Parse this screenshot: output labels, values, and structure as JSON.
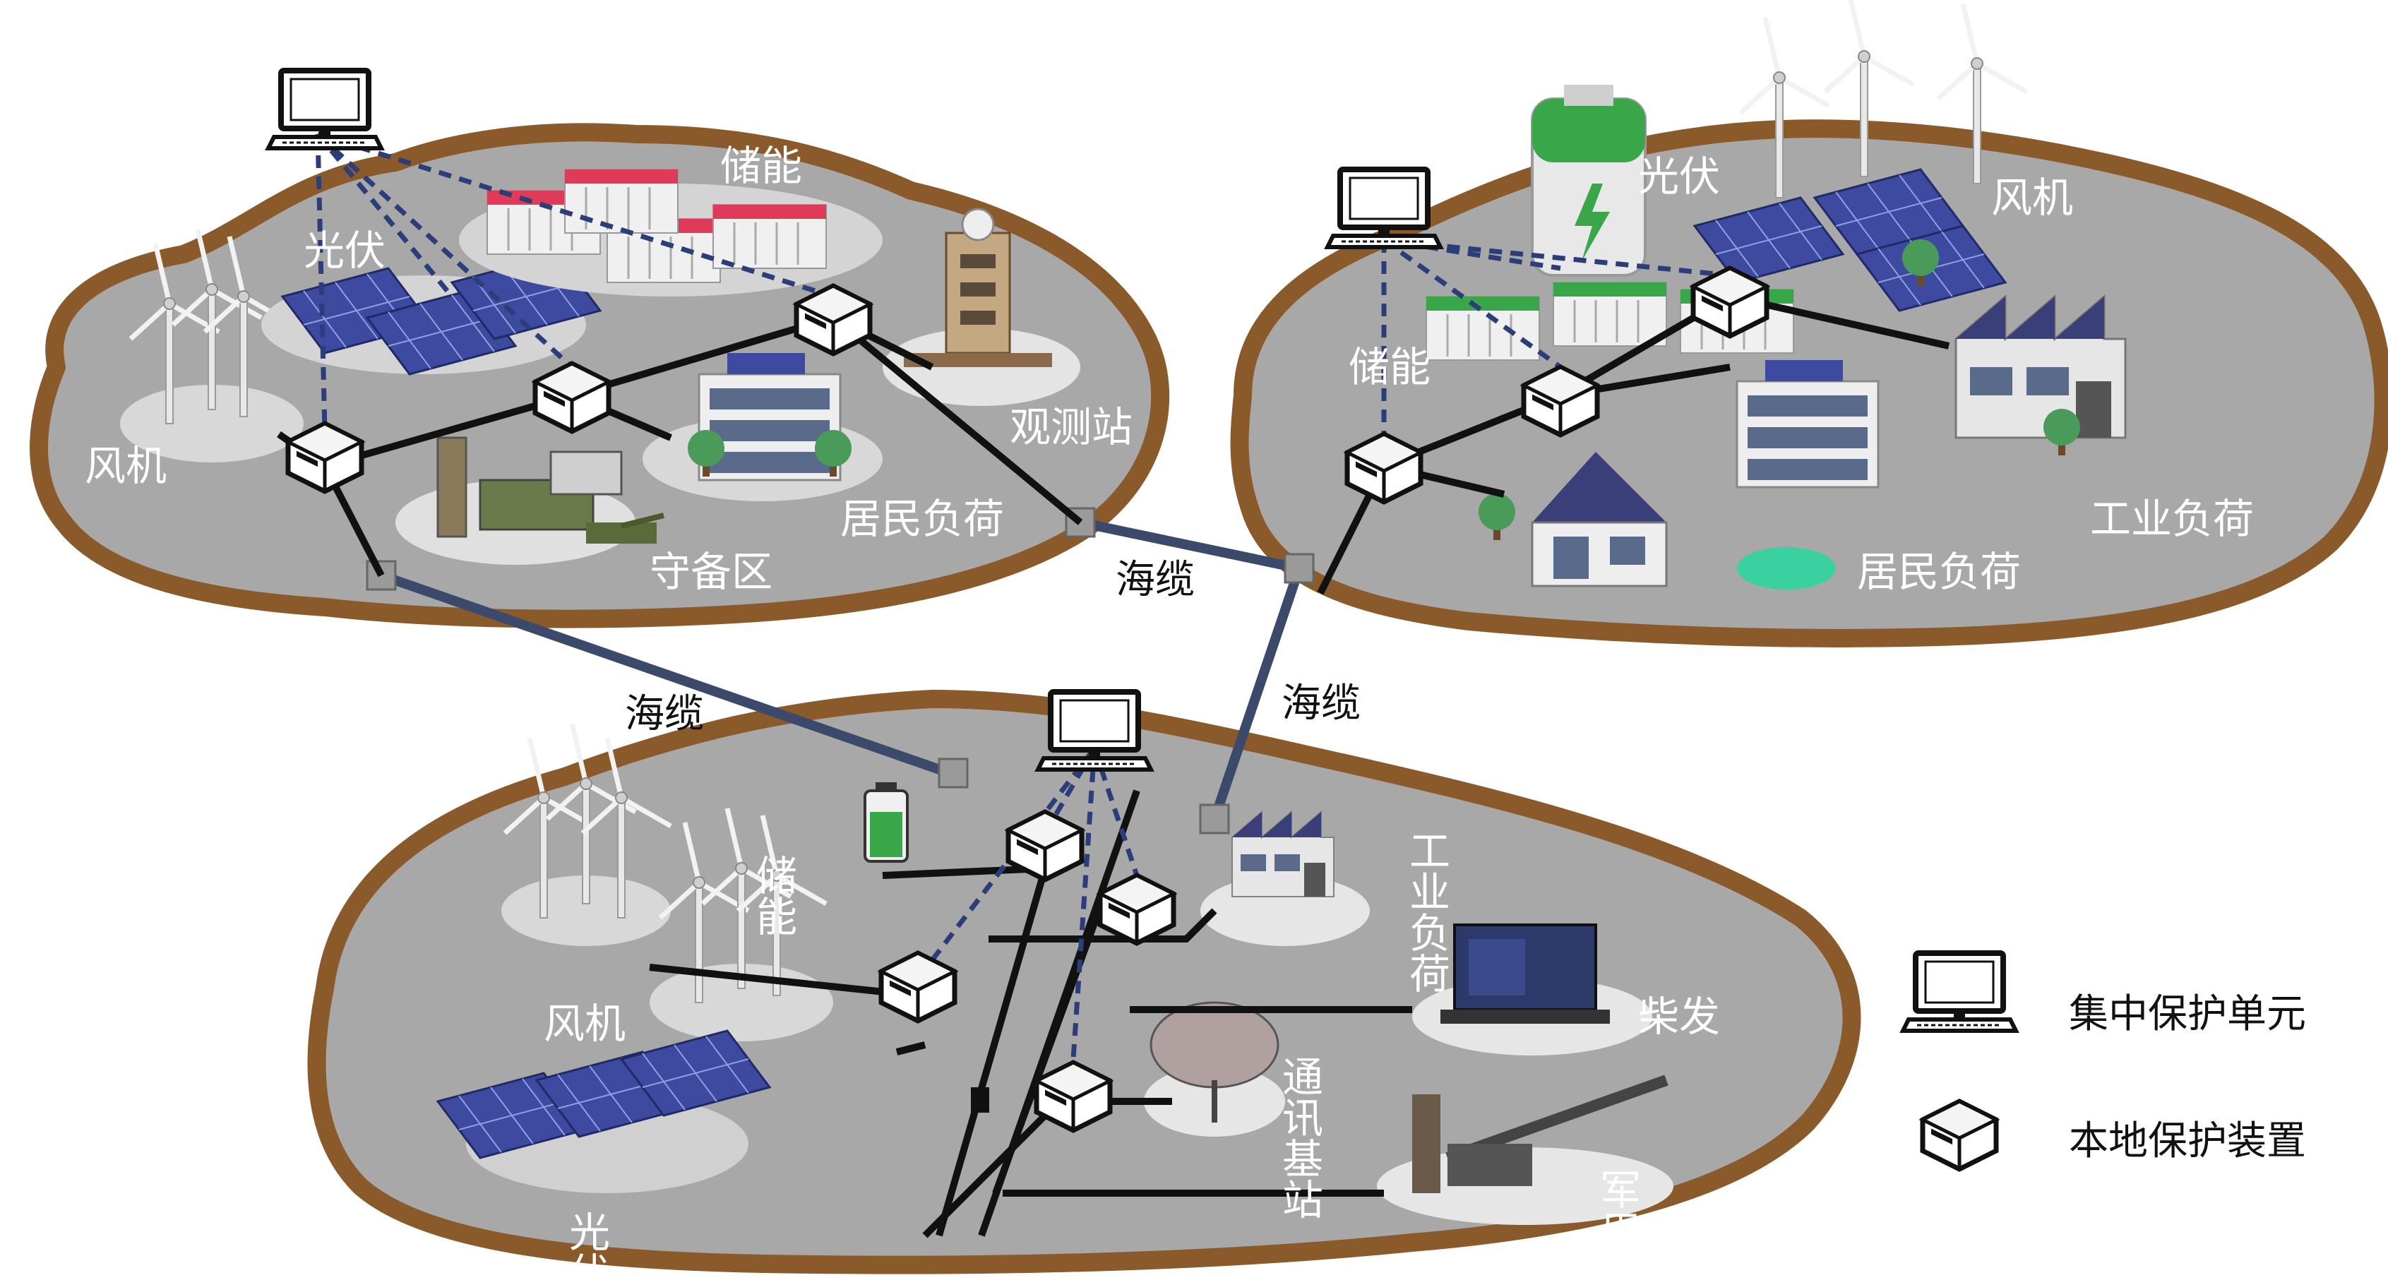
{
  "colors": {
    "island_fill": "#a8a8a8",
    "island_rim": "#8b5a2b",
    "cable": "#3b4a6b",
    "power_line": "#111111",
    "comm_line": "#2c3e7a",
    "label_on_island": "#ffffff",
    "label_off_island": "#111111",
    "solar_panel": "#3e4aa0",
    "storage_roof": "#e03a5a",
    "battery_green": "#3aa64a"
  },
  "islands": {
    "left": {
      "labels": {
        "storage": "储能",
        "pv": "光伏",
        "wind": "风机",
        "observatory": "观测站",
        "residential": "居民负荷",
        "garrison": "守备区"
      }
    },
    "right": {
      "labels": {
        "pv": "光伏",
        "wind": "风机",
        "storage": "储能",
        "industrial": "工业负荷",
        "residential": "居民负荷"
      }
    },
    "bottom": {
      "labels": {
        "storage": "储能",
        "wind": "风机",
        "industrial": "工业负荷",
        "diesel": "柴发",
        "comm_station": "通讯基站",
        "military": "军用负荷",
        "pv": "光伏"
      }
    }
  },
  "cables": {
    "label_top": "海缆",
    "label_left": "海缆",
    "label_right": "海缆"
  },
  "legend": {
    "central_unit": "集中保护单元",
    "local_device": "本地保护装置"
  },
  "icons": {
    "central_unit": "computer-terminal-icon",
    "local_device": "protection-device-icon"
  }
}
